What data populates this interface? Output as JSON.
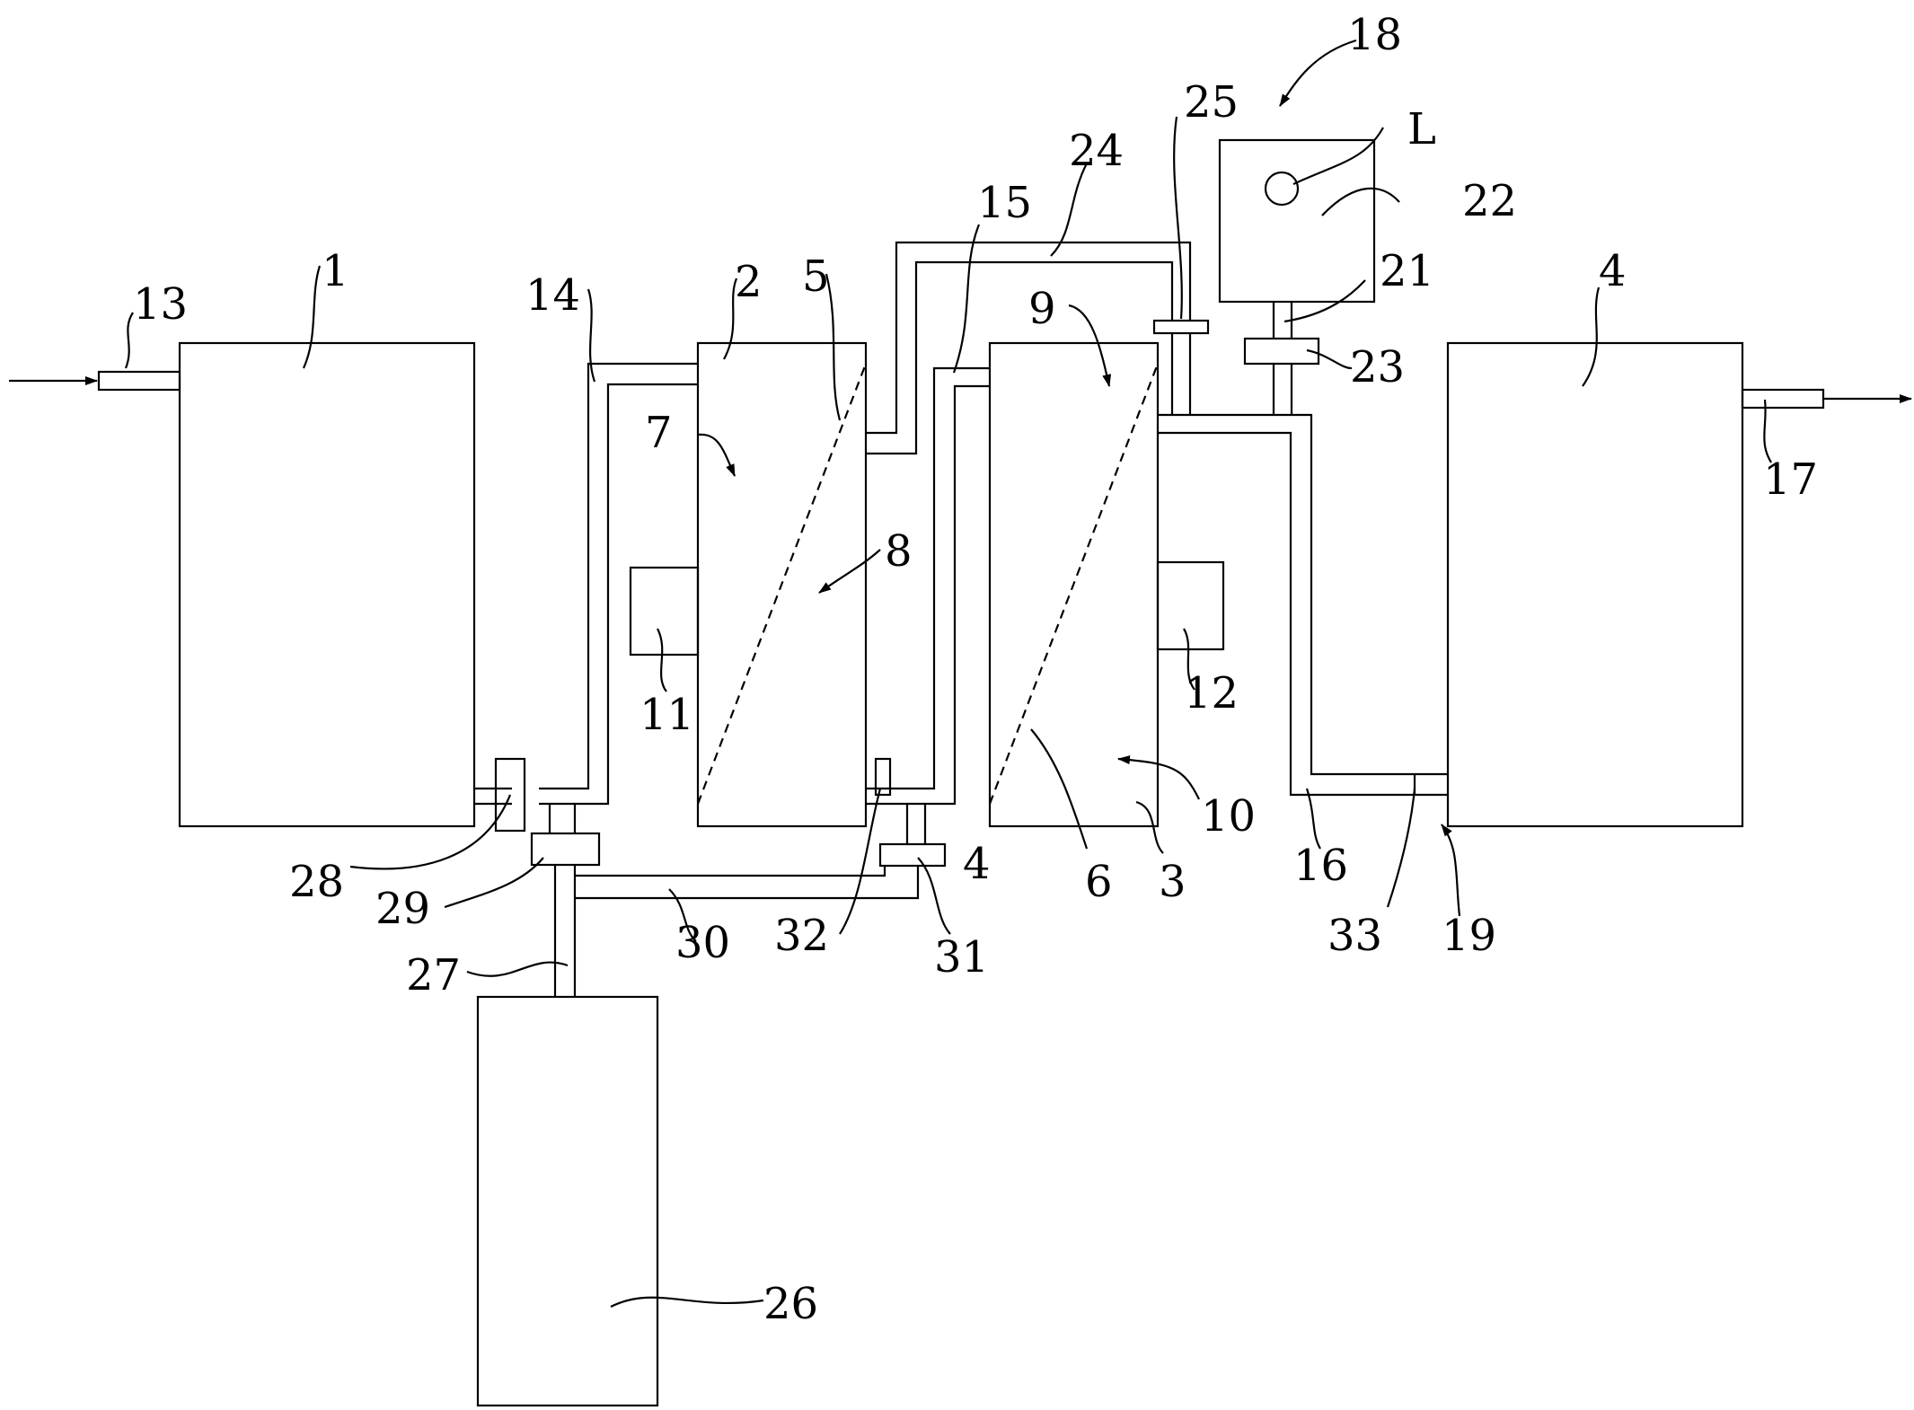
{
  "labels": {
    "n1": "1",
    "n2": "2",
    "n3": "3",
    "n4": "4",
    "n4b": "4",
    "n5": "5",
    "n6": "6",
    "n7": "7",
    "n8": "8",
    "n9": "9",
    "n10": "10",
    "n11": "11",
    "n12": "12",
    "n13": "13",
    "n14": "14",
    "n15": "15",
    "n16": "16",
    "n17": "17",
    "n18": "18",
    "n19": "19",
    "n21": "21",
    "n22": "22",
    "n23": "23",
    "n24": "24",
    "n25": "25",
    "n26": "26",
    "n27": "27",
    "n28": "28",
    "n29": "29",
    "n30": "30",
    "n31": "31",
    "n32": "32",
    "n33": "33",
    "nL": "L"
  }
}
